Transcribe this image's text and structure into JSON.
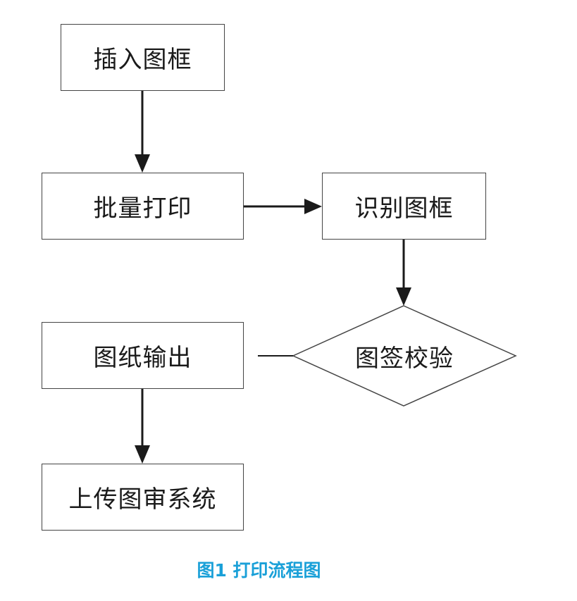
{
  "nodes": {
    "insert_frame": "插入图框",
    "batch_print": "批量打印",
    "identify_frame": "识别图框",
    "title_block_check": "图签校验",
    "drawing_output": "图纸输出",
    "upload_review": "上传图审系统"
  },
  "caption": "图1 打印流程图",
  "colors": {
    "line": "#1a1a1a",
    "border": "#444444",
    "caption": "#1aa0d8"
  }
}
